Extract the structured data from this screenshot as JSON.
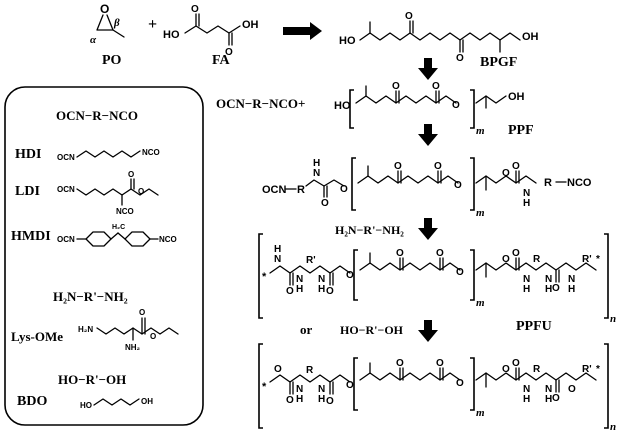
{
  "reactants": {
    "po_label": "PO",
    "fa_label": "FA",
    "plus": "+",
    "alpha": "α",
    "beta": "β",
    "o_atom": "O",
    "ho": "HO",
    "oh": "OH",
    "o": "O"
  },
  "bpgf": {
    "label": "BPGF",
    "ho": "HO",
    "oh": "OH",
    "o": "O"
  },
  "ppf": {
    "label": "PPF",
    "isocyanate_reagent": "OCN−R−NCO+",
    "ho": "HO",
    "oh": "OH",
    "o": "O",
    "m": "m"
  },
  "prepolymer": {
    "ocn": "OCN",
    "nco": "NCO",
    "r": "R",
    "n_h": "N",
    "h": "H",
    "o": "O",
    "m": "m"
  },
  "diamine_step": {
    "reagent": "H₂N−R'−NH₂"
  },
  "ppfu": {
    "label": "PPFU",
    "star": "*",
    "n": "n",
    "m": "m",
    "r": "R",
    "r_prime": "R'",
    "h": "H",
    "n_atom": "N",
    "o": "O"
  },
  "diol_step": {
    "or": "or",
    "reagent": "HO−R'−OH"
  },
  "legend": {
    "diisocyanate_title": "OCN−R−NCO",
    "hdi": "HDI",
    "ldi": "LDI",
    "hmdi": "HMDI",
    "diamine_title": "H₂N−R'−NH₂",
    "lys": "Lys-OMe",
    "diol_title": "HO−R'−OH",
    "bdo": "BDO",
    "ocn": "OCN",
    "nco": "NCO",
    "h2n": "H₂N",
    "nh2": "NH₂",
    "ho": "HO",
    "oh": "OH",
    "o": "O",
    "h2c": "H₂C"
  }
}
